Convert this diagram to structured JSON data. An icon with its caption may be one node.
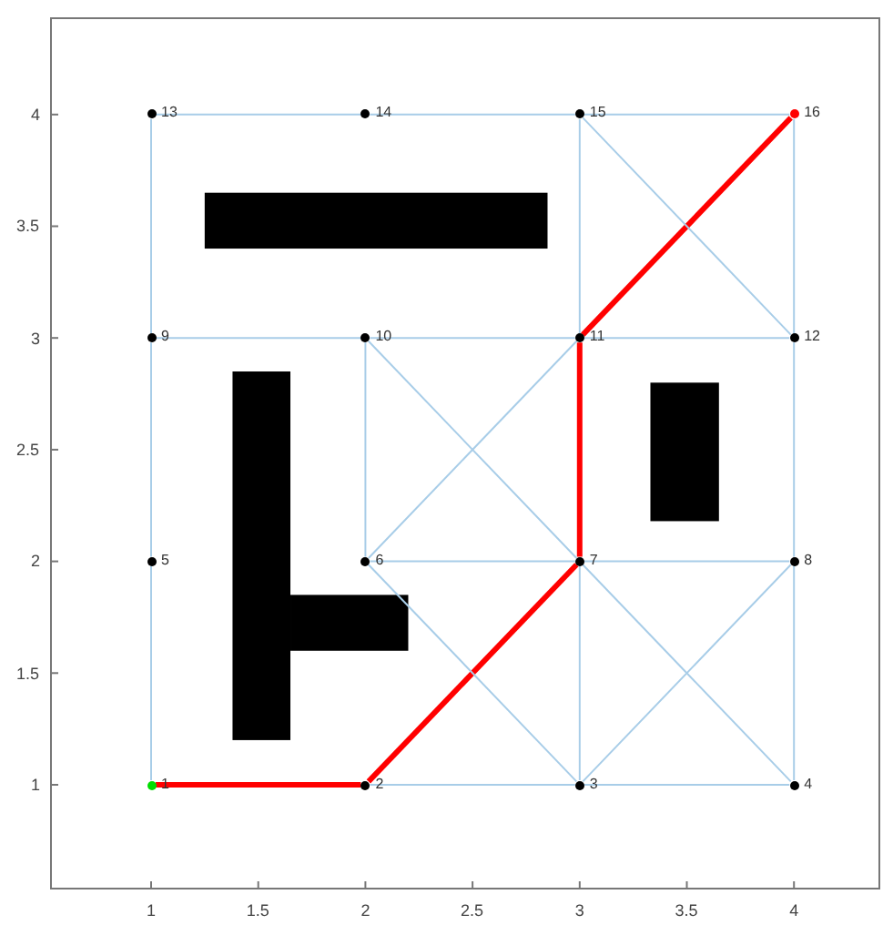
{
  "diagram": {
    "nodes": [
      {
        "text": [
          "1"
        ]
      },
      {
        "text": [
          "2"
        ]
      },
      {
        "text": [
          "3"
        ]
      },
      {
        "text": [
          "4"
        ]
      },
      {
        "text": [
          "5"
        ]
      },
      {
        "text": [
          "6"
        ]
      },
      {
        "text": [
          "7"
        ]
      },
      {
        "text": [
          "8"
        ]
      },
      {
        "text": [
          "9"
        ]
      },
      {
        "text": [
          "10"
        ]
      },
      {
        "text": [
          "11"
        ]
      },
      {
        "text": [
          "12"
        ]
      },
      {
        "text": [
          "13"
        ]
      },
      {
        "text": [
          "14"
        ]
      },
      {
        "text": [
          "15"
        ]
      },
      {
        "text": [
          "16"
        ]
      }
    ],
    "edges": [
      {
        "from": 0,
        "to": 1,
        "arrow": "none",
        "style": "thick",
        "color": "#ff0000"
      },
      {
        "from": 1,
        "to": 2,
        "arrow": "none"
      },
      {
        "from": 2,
        "to": 3,
        "arrow": "none"
      },
      {
        "from": 0,
        "to": 4,
        "arrow": "none"
      },
      {
        "from": 4,
        "to": 8,
        "arrow": "none"
      },
      {
        "from": 8,
        "to": 12,
        "arrow": "none"
      },
      {
        "from": 12,
        "to": 13,
        "arrow": "none"
      },
      {
        "from": 13,
        "to": 14,
        "arrow": "none"
      },
      {
        "from": 14,
        "to": 15,
        "arrow": "none"
      },
      {
        "from": 8,
        "to": 9,
        "arrow": "none"
      },
      {
        "from": 9,
        "to": 10,
        "arrow": "none"
      },
      {
        "from": 10,
        "to": 11,
        "arrow": "none"
      },
      {
        "from": 5,
        "to": 6,
        "arrow": "none"
      },
      {
        "from": 6,
        "to": 7,
        "arrow": "none"
      },
      {
        "from": 5,
        "to": 9,
        "arrow": "none"
      },
      {
        "from": 2,
        "to": 6,
        "arrow": "none"
      },
      {
        "from": 10,
        "to": 14,
        "arrow": "none"
      },
      {
        "from": 3,
        "to": 7,
        "arrow": "none"
      },
      {
        "from": 7,
        "to": 11,
        "arrow": "none"
      },
      {
        "from": 11,
        "to": 15,
        "arrow": "none"
      },
      {
        "from": 1,
        "to": 6,
        "arrow": "none",
        "style": "thick",
        "color": "#ff0000"
      },
      {
        "from": 2,
        "to": 5,
        "arrow": "none"
      },
      {
        "from": 2,
        "to": 7,
        "arrow": "none"
      },
      {
        "from": 3,
        "to": 6,
        "arrow": "none"
      },
      {
        "from": 5,
        "to": 10,
        "arrow": "none"
      },
      {
        "from": 6,
        "to": 9,
        "arrow": "none"
      },
      {
        "from": 6,
        "to": 10,
        "arrow": "none",
        "style": "thick",
        "color": "#ff0000"
      },
      {
        "from": 10,
        "to": 15,
        "arrow": "none",
        "style": "thick",
        "color": "#ff0000"
      },
      {
        "from": 11,
        "to": 14,
        "arrow": "none"
      }
    ],
    "labels": [
      "4",
      "3.5",
      "3",
      "2.5",
      "2",
      "1.5",
      "1",
      "1",
      "1.5",
      "2",
      "2.5",
      "3",
      "3.5",
      "4"
    ]
  }
}
